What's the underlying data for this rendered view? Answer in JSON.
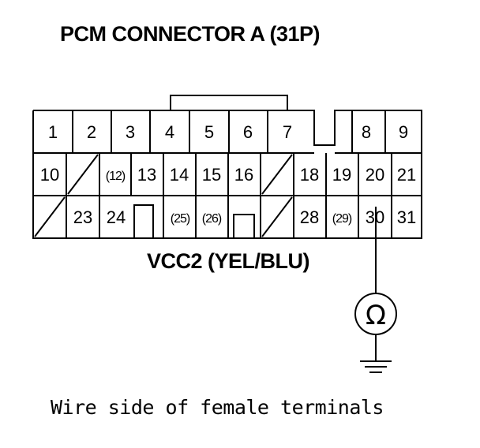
{
  "title": "PCM CONNECTOR A (31P)",
  "signal_label": "VCC2 (YEL/BLU)",
  "footer": "Wire side of female terminals",
  "meter_symbol": "Ω",
  "pins": {
    "p1": "1",
    "p2": "2",
    "p3": "3",
    "p4": "4",
    "p5": "5",
    "p6": "6",
    "p7": "7",
    "p8": "8",
    "p9": "9",
    "p10": "10",
    "p12": "(12)",
    "p13": "13",
    "p14": "14",
    "p15": "15",
    "p16": "16",
    "p18": "18",
    "p19": "19",
    "p20": "20",
    "p21": "21",
    "p23": "23",
    "p24": "24",
    "p25": "(25)",
    "p26": "(26)",
    "p28": "28",
    "p29": "(29)",
    "p30": "30",
    "p31": "31"
  },
  "icons": {
    "meter": "ohmmeter-icon",
    "ground": "ground-icon"
  }
}
